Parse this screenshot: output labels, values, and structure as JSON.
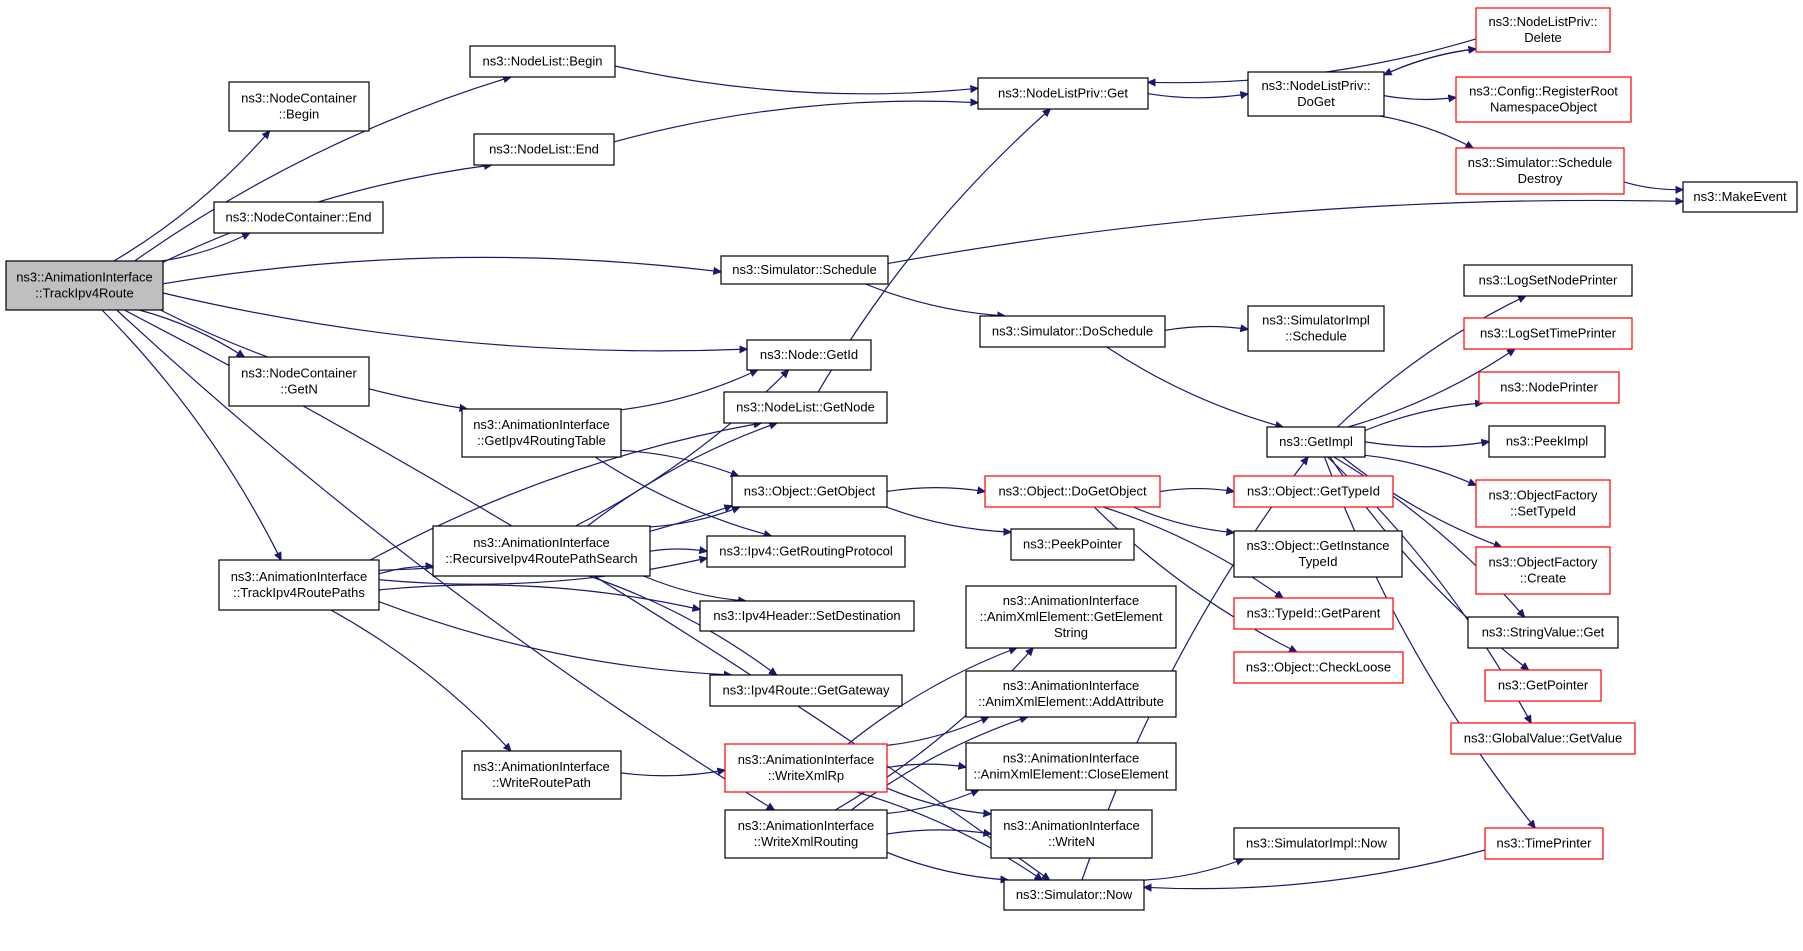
{
  "colors": {
    "edge": "#191970",
    "box_border": "#000000",
    "box_border_incomplete": "#ff0000",
    "root_fill": "#bfbfbf",
    "background": "#ffffff"
  },
  "nodes": [
    {
      "id": "root",
      "lines": [
        "ns3::AnimationInterface",
        "::TrackIpv4Route"
      ],
      "style": "root"
    },
    {
      "id": "nodelist_begin",
      "lines": [
        "ns3::NodeList::Begin"
      ],
      "style": "normal"
    },
    {
      "id": "nodecontainer_begin",
      "lines": [
        "ns3::NodeContainer",
        "::Begin"
      ],
      "style": "normal"
    },
    {
      "id": "nodelist_end",
      "lines": [
        "ns3::NodeList::End"
      ],
      "style": "normal"
    },
    {
      "id": "nodecontainer_end",
      "lines": [
        "ns3::NodeContainer::End"
      ],
      "style": "normal"
    },
    {
      "id": "nodecontainer_getn",
      "lines": [
        "ns3::NodeContainer",
        "::GetN"
      ],
      "style": "normal"
    },
    {
      "id": "nodelistpriv_get",
      "lines": [
        "ns3::NodeListPriv::Get"
      ],
      "style": "normal"
    },
    {
      "id": "nodelistpriv_doget",
      "lines": [
        "ns3::NodeListPriv::",
        "DoGet"
      ],
      "style": "normal"
    },
    {
      "id": "nodelistpriv_delete",
      "lines": [
        "ns3::NodeListPriv::",
        "Delete"
      ],
      "style": "red"
    },
    {
      "id": "config_registerroot",
      "lines": [
        "ns3::Config::RegisterRoot",
        "NamespaceObject"
      ],
      "style": "red"
    },
    {
      "id": "simulator_scheduledestroy",
      "lines": [
        "ns3::Simulator::Schedule",
        "Destroy"
      ],
      "style": "red"
    },
    {
      "id": "makeevent",
      "lines": [
        "ns3::MakeEvent"
      ],
      "style": "normal"
    },
    {
      "id": "simulator_schedule",
      "lines": [
        "ns3::Simulator::Schedule"
      ],
      "style": "normal"
    },
    {
      "id": "simulator_doschedule",
      "lines": [
        "ns3::Simulator::DoSchedule"
      ],
      "style": "normal"
    },
    {
      "id": "simulatorimpl_schedule",
      "lines": [
        "ns3::SimulatorImpl",
        "::Schedule"
      ],
      "style": "normal"
    },
    {
      "id": "node_getid",
      "lines": [
        "ns3::Node::GetId"
      ],
      "style": "normal"
    },
    {
      "id": "nodelist_getnode",
      "lines": [
        "ns3::NodeList::GetNode"
      ],
      "style": "normal"
    },
    {
      "id": "ai_getipv4routingtable",
      "lines": [
        "ns3::AnimationInterface",
        "::GetIpv4RoutingTable"
      ],
      "style": "normal"
    },
    {
      "id": "object_getobject",
      "lines": [
        "ns3::Object::GetObject"
      ],
      "style": "normal"
    },
    {
      "id": "object_dogetobject",
      "lines": [
        "ns3::Object::DoGetObject"
      ],
      "style": "red"
    },
    {
      "id": "peekpointer",
      "lines": [
        "ns3::PeekPointer"
      ],
      "style": "normal"
    },
    {
      "id": "ai_recursive",
      "lines": [
        "ns3::AnimationInterface",
        "::RecursiveIpv4RoutePathSearch"
      ],
      "style": "normal"
    },
    {
      "id": "ipv4_getroutingprotocol",
      "lines": [
        "ns3::Ipv4::GetRoutingProtocol"
      ],
      "style": "normal"
    },
    {
      "id": "ai_trackipv4routepaths",
      "lines": [
        "ns3::AnimationInterface",
        "::TrackIpv4RoutePaths"
      ],
      "style": "normal"
    },
    {
      "id": "ipv4header_setdestination",
      "lines": [
        "ns3::Ipv4Header::SetDestination"
      ],
      "style": "normal"
    },
    {
      "id": "ipv4route_getgateway",
      "lines": [
        "ns3::Ipv4Route::GetGateway"
      ],
      "style": "normal"
    },
    {
      "id": "ai_writeroutepath",
      "lines": [
        "ns3::AnimationInterface",
        "::WriteRoutePath"
      ],
      "style": "normal"
    },
    {
      "id": "ai_writexmlrp",
      "lines": [
        "ns3::AnimationInterface",
        "::WriteXmlRp"
      ],
      "style": "red"
    },
    {
      "id": "ai_writexmlrouting",
      "lines": [
        "ns3::AnimationInterface",
        "::WriteXmlRouting"
      ],
      "style": "normal"
    },
    {
      "id": "anim_getelementstring",
      "lines": [
        "ns3::AnimationInterface",
        "::AnimXmlElement::GetElement",
        "String"
      ],
      "style": "normal"
    },
    {
      "id": "anim_addattribute",
      "lines": [
        "ns3::AnimationInterface",
        "::AnimXmlElement::AddAttribute"
      ],
      "style": "normal"
    },
    {
      "id": "anim_closeelement",
      "lines": [
        "ns3::AnimationInterface",
        "::AnimXmlElement::CloseElement"
      ],
      "style": "normal"
    },
    {
      "id": "ai_writen",
      "lines": [
        "ns3::AnimationInterface",
        "::WriteN"
      ],
      "style": "normal"
    },
    {
      "id": "simulator_now",
      "lines": [
        "ns3::Simulator::Now"
      ],
      "style": "normal"
    },
    {
      "id": "simulatorimpl_now",
      "lines": [
        "ns3::SimulatorImpl::Now"
      ],
      "style": "normal"
    },
    {
      "id": "getimpl",
      "lines": [
        "ns3::GetImpl"
      ],
      "style": "normal"
    },
    {
      "id": "object_gettypeid",
      "lines": [
        "ns3::Object::GetTypeId"
      ],
      "style": "red"
    },
    {
      "id": "object_getinstancetypeid",
      "lines": [
        "ns3::Object::GetInstance",
        "TypeId"
      ],
      "style": "normal"
    },
    {
      "id": "typeid_getparent",
      "lines": [
        "ns3::TypeId::GetParent"
      ],
      "style": "red"
    },
    {
      "id": "object_checkloose",
      "lines": [
        "ns3::Object::CheckLoose"
      ],
      "style": "red"
    },
    {
      "id": "logsetnodeprinter",
      "lines": [
        "ns3::LogSetNodePrinter"
      ],
      "style": "normal"
    },
    {
      "id": "logsettimeprinter",
      "lines": [
        "ns3::LogSetTimePrinter"
      ],
      "style": "red"
    },
    {
      "id": "nodeprinter",
      "lines": [
        "ns3::NodePrinter"
      ],
      "style": "red"
    },
    {
      "id": "peekimpl",
      "lines": [
        "ns3::PeekImpl"
      ],
      "style": "normal"
    },
    {
      "id": "objectfactory_settypeid",
      "lines": [
        "ns3::ObjectFactory",
        "::SetTypeId"
      ],
      "style": "red"
    },
    {
      "id": "objectfactory_create",
      "lines": [
        "ns3::ObjectFactory",
        "::Create"
      ],
      "style": "red"
    },
    {
      "id": "stringvalue_get",
      "lines": [
        "ns3::StringValue::Get"
      ],
      "style": "normal"
    },
    {
      "id": "getpointer",
      "lines": [
        "ns3::GetPointer"
      ],
      "style": "red"
    },
    {
      "id": "globalvalue_getvalue",
      "lines": [
        "ns3::GlobalValue::GetValue"
      ],
      "style": "red"
    },
    {
      "id": "timeprinter",
      "lines": [
        "ns3::TimePrinter"
      ],
      "style": "red"
    }
  ],
  "edges": [
    [
      "root",
      "nodelist_begin"
    ],
    [
      "root",
      "nodecontainer_begin"
    ],
    [
      "root",
      "nodelist_end"
    ],
    [
      "root",
      "nodecontainer_end"
    ],
    [
      "root",
      "simulator_schedule"
    ],
    [
      "root",
      "node_getid"
    ],
    [
      "root",
      "nodecontainer_getn"
    ],
    [
      "root",
      "ai_getipv4routingtable"
    ],
    [
      "root",
      "ai_trackipv4routepaths"
    ],
    [
      "root",
      "ai_writexmlrouting"
    ],
    [
      "root",
      "simulator_now"
    ],
    [
      "nodelist_begin",
      "nodelistpriv_get"
    ],
    [
      "nodelist_end",
      "nodelistpriv_get"
    ],
    [
      "nodelistpriv_get",
      "nodelistpriv_doget"
    ],
    [
      "nodelistpriv_doget",
      "nodelistpriv_delete"
    ],
    [
      "nodelistpriv_doget",
      "config_registerroot"
    ],
    [
      "nodelistpriv_doget",
      "simulator_scheduledestroy"
    ],
    [
      "nodelistpriv_delete",
      "nodelistpriv_doget"
    ],
    [
      "nodelistpriv_delete",
      "nodelistpriv_get"
    ],
    [
      "simulator_scheduledestroy",
      "makeevent"
    ],
    [
      "simulator_schedule",
      "makeevent"
    ],
    [
      "simulator_schedule",
      "simulator_doschedule"
    ],
    [
      "simulator_doschedule",
      "simulatorimpl_schedule"
    ],
    [
      "simulator_doschedule",
      "getimpl"
    ],
    [
      "nodelist_getnode",
      "nodelistpriv_get"
    ],
    [
      "ai_getipv4routingtable",
      "node_getid"
    ],
    [
      "ai_getipv4routingtable",
      "object_getobject"
    ],
    [
      "ai_getipv4routingtable",
      "ipv4_getroutingprotocol"
    ],
    [
      "object_getobject",
      "object_dogetobject"
    ],
    [
      "object_getobject",
      "peekpointer"
    ],
    [
      "object_dogetobject",
      "object_gettypeid"
    ],
    [
      "object_dogetobject",
      "object_getinstancetypeid"
    ],
    [
      "object_dogetobject",
      "typeid_getparent"
    ],
    [
      "object_dogetobject",
      "object_checkloose"
    ],
    [
      "ai_trackipv4routepaths",
      "nodelist_getnode"
    ],
    [
      "ai_trackipv4routepaths",
      "object_getobject"
    ],
    [
      "ai_trackipv4routepaths",
      "ai_recursive"
    ],
    [
      "ai_trackipv4routepaths",
      "ipv4_getroutingprotocol"
    ],
    [
      "ai_trackipv4routepaths",
      "ipv4header_setdestination"
    ],
    [
      "ai_trackipv4routepaths",
      "ipv4route_getgateway"
    ],
    [
      "ai_trackipv4routepaths",
      "ai_writeroutepath"
    ],
    [
      "ai_recursive",
      "node_getid"
    ],
    [
      "ai_recursive",
      "nodelist_getnode"
    ],
    [
      "ai_recursive",
      "object_getobject"
    ],
    [
      "ai_recursive",
      "ipv4_getroutingprotocol"
    ],
    [
      "ai_recursive",
      "ipv4header_setdestination"
    ],
    [
      "ai_recursive",
      "ipv4route_getgateway"
    ],
    [
      "ai_writeroutepath",
      "ai_writexmlrp"
    ],
    [
      "ai_writexmlrp",
      "anim_getelementstring"
    ],
    [
      "ai_writexmlrp",
      "anim_addattribute"
    ],
    [
      "ai_writexmlrp",
      "anim_closeelement"
    ],
    [
      "ai_writexmlrp",
      "ai_writen"
    ],
    [
      "ai_writexmlrp",
      "simulator_now"
    ],
    [
      "ai_writexmlrouting",
      "anim_getelementstring"
    ],
    [
      "ai_writexmlrouting",
      "anim_addattribute"
    ],
    [
      "ai_writexmlrouting",
      "anim_closeelement"
    ],
    [
      "ai_writexmlrouting",
      "ai_writen"
    ],
    [
      "ai_writexmlrouting",
      "simulator_now"
    ],
    [
      "simulator_now",
      "getimpl"
    ],
    [
      "simulator_now",
      "simulatorimpl_now"
    ],
    [
      "getimpl",
      "logsetnodeprinter"
    ],
    [
      "getimpl",
      "logsettimeprinter"
    ],
    [
      "getimpl",
      "nodeprinter"
    ],
    [
      "getimpl",
      "peekimpl"
    ],
    [
      "getimpl",
      "objectfactory_settypeid"
    ],
    [
      "getimpl",
      "objectfactory_create"
    ],
    [
      "getimpl",
      "stringvalue_get"
    ],
    [
      "getimpl",
      "getpointer"
    ],
    [
      "getimpl",
      "globalvalue_getvalue"
    ],
    [
      "getimpl",
      "timeprinter"
    ],
    [
      "timeprinter",
      "simulator_now"
    ]
  ]
}
